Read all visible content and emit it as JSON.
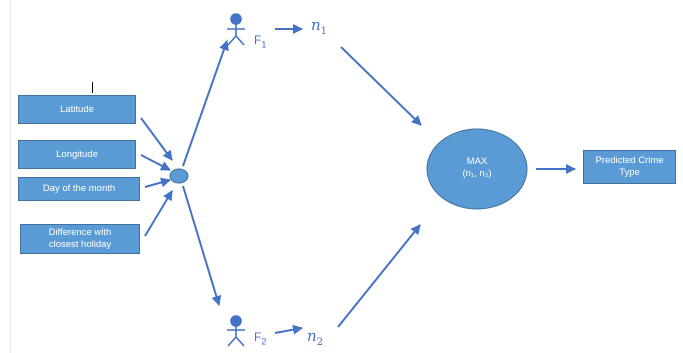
{
  "inputs": [
    {
      "label": "Latitude"
    },
    {
      "label": "Longitude"
    },
    {
      "label": "Day of the month"
    },
    {
      "label": "Difference with closest holiday"
    }
  ],
  "features": [
    {
      "name": "F",
      "sub": "1",
      "node": "n",
      "node_sub": "1"
    },
    {
      "name": "F",
      "sub": "2",
      "node": "n",
      "node_sub": "2"
    }
  ],
  "max_node": {
    "title": "MAX",
    "args": "(n₁, n₂)"
  },
  "output": {
    "label": "Predicted Crime Type"
  },
  "colors": {
    "box_fill": "#5b9bd5",
    "box_border": "#41719c",
    "arrow": "#4472c4",
    "text": "#4472c4"
  },
  "icons": {
    "person": "person-icon"
  }
}
